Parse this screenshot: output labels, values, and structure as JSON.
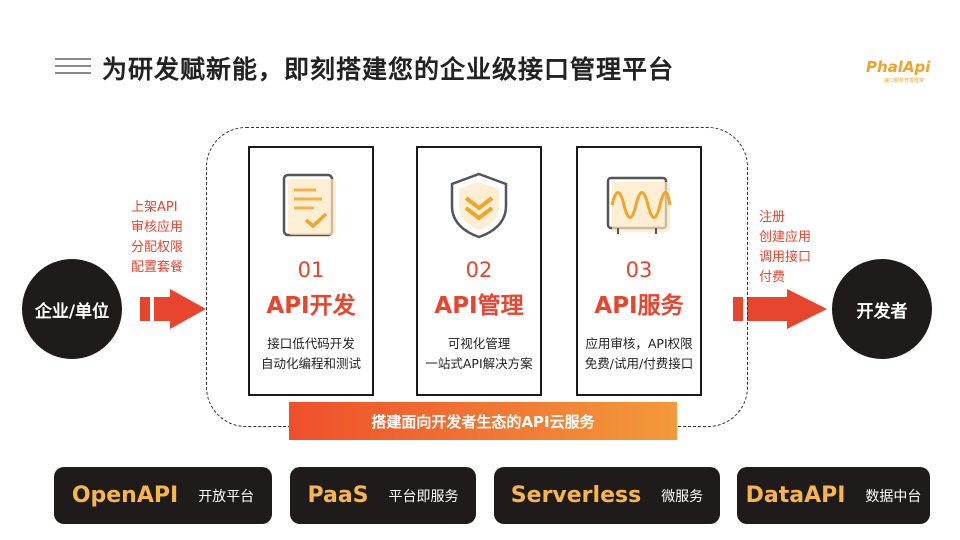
{
  "header": {
    "title": "为研发赋新能，即刻搭建您的企业级接口管理平台",
    "logo_text": "PhalApi",
    "logo_sub": "接口服务开发框架"
  },
  "left_node": {
    "label": "企业/单位",
    "actions": [
      "上架API",
      "审核应用",
      "分配权限",
      "配置套餐"
    ]
  },
  "right_node": {
    "label": "开发者",
    "actions": [
      "注册",
      "创建应用",
      "调用接口",
      "付费"
    ]
  },
  "cards": [
    {
      "num": "01",
      "title": "API开发",
      "desc": [
        "接口低代码开发",
        "自动化编程和测试"
      ],
      "icon": "document-check-icon"
    },
    {
      "num": "02",
      "title": "API管理",
      "desc": [
        "可视化管理",
        "一站式API解决方案"
      ],
      "icon": "shield-icon"
    },
    {
      "num": "03",
      "title": "API服务",
      "desc": [
        "应用审核，API权限",
        "免费/试用/付费接口"
      ],
      "icon": "waveform-monitor-icon"
    }
  ],
  "banner": "搭建面向开发者生态的API云服务",
  "pills": [
    {
      "big": "OpenAPI",
      "small": "开放平台"
    },
    {
      "big": "PaaS",
      "small": "平台即服务"
    },
    {
      "big": "Serverless",
      "small": "微服务"
    },
    {
      "big": "DataAPI",
      "small": "数据中台"
    }
  ],
  "colors": {
    "accent": "#e8452f",
    "gold": "#f6b64a",
    "dark": "#1f1b1b"
  }
}
